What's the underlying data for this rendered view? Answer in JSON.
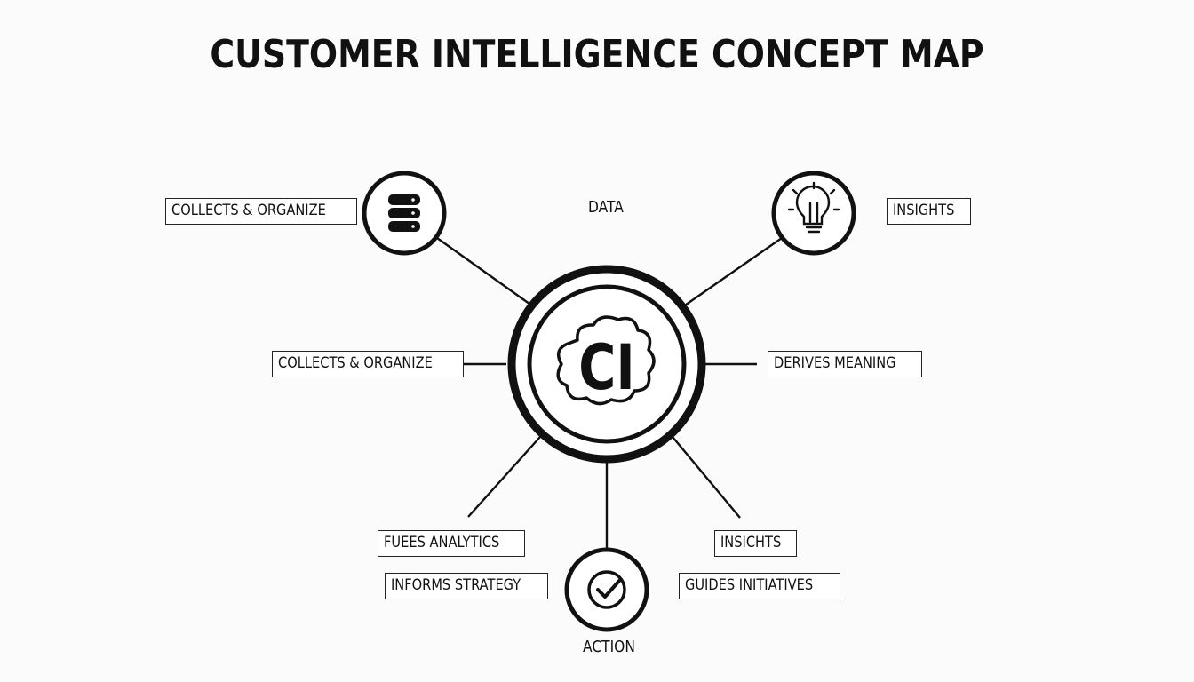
{
  "title": "CUSTOMER INTELLIGENCE CONCEPT MAP",
  "center": {
    "text": "CI",
    "icon": "brain-icon"
  },
  "nodes": {
    "data": {
      "label": "DATA",
      "icon": "database-icon"
    },
    "insights": {
      "icon": "lightbulb-icon"
    },
    "action": {
      "label": "ACTION",
      "icon": "checkmark-icon"
    }
  },
  "labels": {
    "collects_top": "COLLECTS & ORGANIZE",
    "insights_top": "INSIGHTS",
    "collects_mid": "COLLECTS & ORGANIZE",
    "derives": "DERIVES MEANING",
    "fuels": "FUEES ANALYTICS",
    "informs": "INFORMS STRATEGY",
    "insights_bottom": "INSICHTS",
    "guides": "GUIDES INITIATIVES"
  },
  "colors": {
    "stroke": "#111111",
    "background": "#fbfbfb"
  }
}
